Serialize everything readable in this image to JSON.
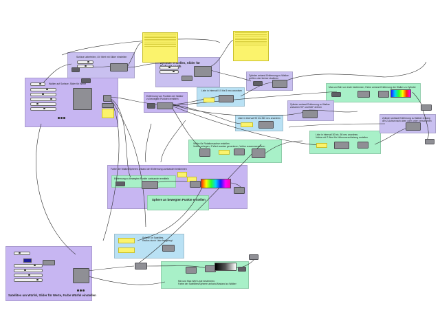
{
  "groups": {
    "surface": "Surface unterteilen, UV Wert mit Slider einstellen",
    "walker_surface": "Walker auf Surface, Slider für Werte",
    "zylinder": "Zylinder erstellen, Slider für Radius/Length",
    "entfernung_punkte": "Entfernung von Punkten der Walker\nzu bewegten Punkten ermitteln",
    "liste_05_5": "Liste in Intervall 0.5 bis 5 neu anordnen",
    "zylinder_skalieren": "Zylinder anhand Entfernung zu Walker\ngrößer oder kleiner skalieren",
    "max_min_farbe": "Max und Min von Liste bestimmen, Farbe anhand Entfernung der Walker zu Zylinder",
    "liste_90_360": "Liste in Intervall 90 bis 360 neu anordnen",
    "zylinder_drehen": "Zylinder anhand Entfernung zu Walker\nzwischen 90° und 360° drehen",
    "vektor_rotation": "Vektor für Rotationsachse erstellen\nVektor zerlegen, Z-Wert random generieren, Vektor zusammensetzen",
    "liste_30_50": "Liste in Intervall 30 bis -50 neu anordnen,\nVektor mit Z Wert für Höhenverschiebung erstellen",
    "zylinder_z_achse": "Zylinder anhand Entfernung zu Walker entlang\nder Z-Achse nach oben oder unten verschieben",
    "farbe_walker": "Farbe der Walker/Spheren anhand der Entfernung zueinander bestimmen",
    "entfernung_bewegte": "Entfernung zu bewegten Punkte zueinander ermitteln",
    "sphere_bewegte": "Sphere an bewegten Punkte erstellen",
    "sphere_satelliten": "Sphere on Satellites,\nRadius durch Liste festgelegt",
    "satelliten": "Satellites um Würfel, Slider für Werte, Farbe Würfel einstellen",
    "min_max_satelliten": "Min und Max Wert Liste bestimmen,\nFarbe der Satelliten/Spheren anhand Abstand zu Walker"
  },
  "colors": {
    "purple_group": "#c7b6f2",
    "blue_group": "#b9e1f4",
    "green_group": "#a8f0c8",
    "panel_yellow": "#fbf36c",
    "wire": "#2b2b2b",
    "node_gray": "#8f8f95"
  },
  "icons": [
    "param-node-icon",
    "slider-icon",
    "panel-icon",
    "gradient-icon",
    "swatch-icon"
  ]
}
